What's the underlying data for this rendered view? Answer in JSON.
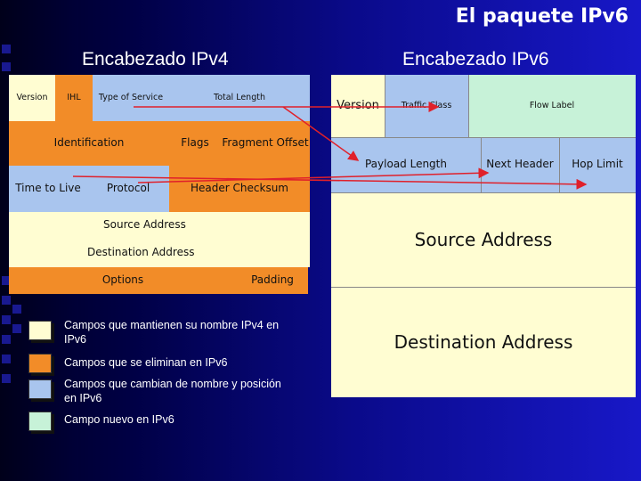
{
  "title": "El paquete IPv6",
  "ipv4": {
    "heading": "Encabezado IPv4",
    "version": "Version",
    "ihl": "IHL",
    "type_of_service": "Type of Service",
    "total_length": "Total Length",
    "identification": "Identification",
    "flags": "Flags",
    "fragment_offset": "Fragment Offset",
    "time_to_live": "Time to Live",
    "protocol": "Protocol",
    "header_checksum": "Header Checksum",
    "source_address": "Source Address",
    "destination_address": "Destination Address",
    "options": "Options",
    "padding": "Padding"
  },
  "ipv6": {
    "heading": "Encabezado IPv6",
    "version": "Version",
    "traffic_class": "Traffic Class",
    "flow_label": "Flow Label",
    "payload_length": "Payload Length",
    "next_header": "Next Header",
    "hop_limit": "Hop Limit",
    "source_address": "Source Address",
    "destination_address": "Destination Address"
  },
  "legend": [
    {
      "label": "Campos que mantienen su nombre IPv4 en IPv6",
      "color": "#fffdd2"
    },
    {
      "label": "Campos que se eliminan en IPv6",
      "color": "#f28c28"
    },
    {
      "label": "Campos que cambian de nombre y posición en IPv6",
      "color": "#a9c5ee"
    },
    {
      "label": "Campo nuevo en IPv6",
      "color": "#c7f2d8"
    }
  ],
  "colors": {
    "kept": "#fffdd2",
    "removed": "#f28c28",
    "changed": "#a9c5ee",
    "new": "#c7f2d8",
    "arrow": "#e0202a"
  }
}
